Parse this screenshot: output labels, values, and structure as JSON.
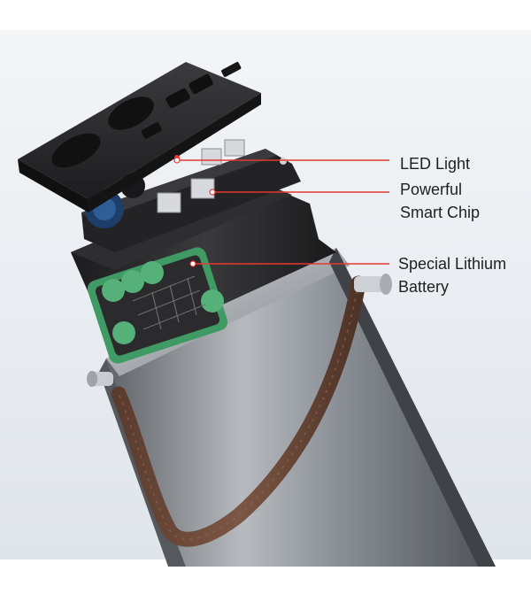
{
  "callouts": [
    {
      "label": "LED Light"
    },
    {
      "label": "Powerful\nSmart Chip"
    },
    {
      "label": "Special Lithium\nBattery"
    }
  ],
  "colors": {
    "background": "#e8ecf0",
    "callout_line": "#e5392f",
    "callout_dot": "#ffffff",
    "lid": "#2a2a2b",
    "body_metal": "#8e9298",
    "strap": "#6b4a3a",
    "cell_green": "#3f9a64",
    "pcb": "#2b2b2d"
  }
}
